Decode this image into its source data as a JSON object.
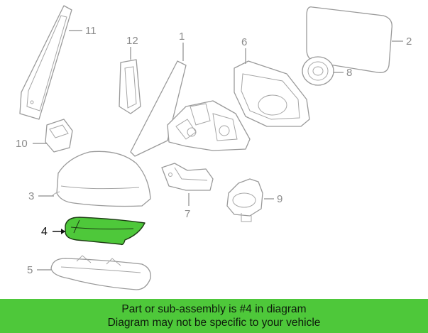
{
  "callouts": {
    "c1": "1",
    "c2": "2",
    "c3": "3",
    "c4": "4",
    "c5": "5",
    "c6": "6",
    "c7": "7",
    "c8": "8",
    "c9": "9",
    "c10": "10",
    "c11": "11",
    "c12": "12"
  },
  "highlight": {
    "part_number": "4",
    "color": "#4ec83a"
  },
  "banner": {
    "line1": "Part or sub-assembly is #4 in diagram",
    "line2": "Diagram may not be specific to your vehicle",
    "background": "#4ec83a"
  }
}
